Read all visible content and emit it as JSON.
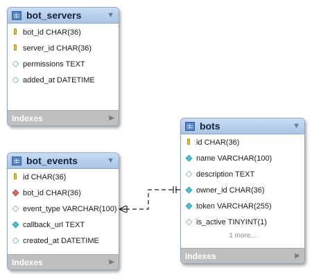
{
  "tables": {
    "bot_servers": {
      "name": "bot_servers",
      "columns": [
        {
          "label": "bot_id CHAR(36)",
          "icon": "primary-key-icon"
        },
        {
          "label": "server_id CHAR(36)",
          "icon": "primary-key-icon"
        },
        {
          "label": "permissions TEXT",
          "icon": "empty-diamond-icon"
        },
        {
          "label": "added_at DATETIME",
          "icon": "empty-diamond-icon"
        }
      ],
      "footer": "Indexes"
    },
    "bot_events": {
      "name": "bot_events",
      "columns": [
        {
          "label": "id CHAR(36)",
          "icon": "primary-key-icon"
        },
        {
          "label": "bot_id CHAR(36)",
          "icon": "foreign-key-diamond-icon"
        },
        {
          "label": "event_type VARCHAR(100)",
          "icon": "empty-diamond-icon"
        },
        {
          "label": "callback_url TEXT",
          "icon": "filled-diamond-icon"
        },
        {
          "label": "created_at DATETIME",
          "icon": "empty-diamond-icon"
        }
      ],
      "footer": "Indexes"
    },
    "bots": {
      "name": "bots",
      "columns": [
        {
          "label": "id CHAR(36)",
          "icon": "primary-key-icon"
        },
        {
          "label": "name VARCHAR(100)",
          "icon": "filled-diamond-icon"
        },
        {
          "label": "description TEXT",
          "icon": "empty-diamond-icon"
        },
        {
          "label": "owner_id CHAR(36)",
          "icon": "filled-diamond-icon"
        },
        {
          "label": "token VARCHAR(255)",
          "icon": "filled-diamond-icon"
        },
        {
          "label": "is_active TINYINT(1)",
          "icon": "empty-diamond-icon"
        }
      ],
      "more": "1 more...",
      "footer": "Indexes"
    }
  },
  "relationship": {
    "from": "bot_events",
    "to": "bots",
    "style": "dashed",
    "cardinality": "many-to-one"
  },
  "colors": {
    "header": "#b9d0ec",
    "footer": "#bfbfbf",
    "key": "#e3c13b",
    "diamond_filled": "#4ec0cf",
    "diamond_fk": "#d96c6c"
  }
}
